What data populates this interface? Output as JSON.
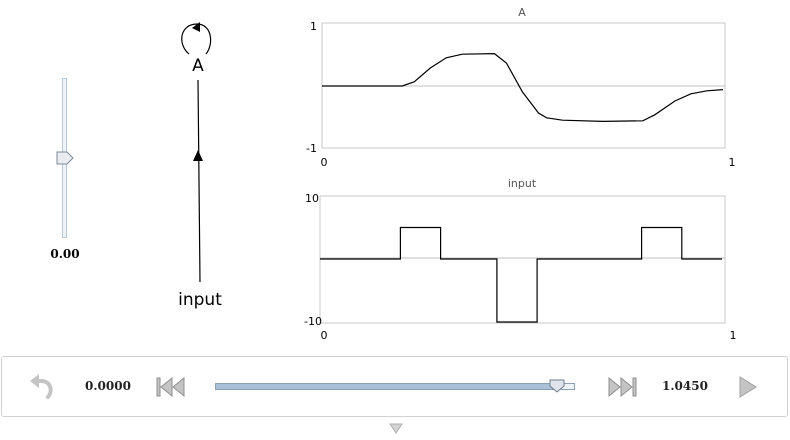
{
  "slider": {
    "value_text": "0.00",
    "level": 0.5
  },
  "network": {
    "nodes": [
      {
        "id": "A",
        "label": "A"
      },
      {
        "id": "input",
        "label": "input"
      }
    ]
  },
  "plots": {
    "a": {
      "title": "A",
      "ymax_label": "1",
      "ymin_label": "-1",
      "xmin_label": "0",
      "xmax_label": "1"
    },
    "input": {
      "title": "input",
      "ymax_label": "10",
      "ymin_label": "-10",
      "xmin_label": "0",
      "xmax_label": "1"
    }
  },
  "chart_data": [
    {
      "type": "line",
      "title": "A",
      "xlim": [
        0,
        1
      ],
      "ylim": [
        -1,
        1
      ],
      "series": [
        {
          "x": [
            0,
            0.2,
            0.23,
            0.27,
            0.31,
            0.35,
            0.43,
            0.46,
            0.5,
            0.54,
            0.56,
            0.6,
            0.7,
            0.8,
            0.83,
            0.88,
            0.92,
            0.96,
            1.0
          ],
          "values": [
            0,
            0.0,
            0.07,
            0.3,
            0.47,
            0.53,
            0.54,
            0.38,
            -0.1,
            -0.45,
            -0.53,
            -0.57,
            -0.59,
            -0.58,
            -0.48,
            -0.25,
            -0.13,
            -0.08,
            -0.06
          ]
        }
      ]
    },
    {
      "type": "line",
      "title": "input",
      "xlim": [
        0,
        1
      ],
      "ylim": [
        -10,
        10
      ],
      "series": [
        {
          "x": [
            0,
            0.2,
            0.2,
            0.3,
            0.3,
            0.44,
            0.44,
            0.54,
            0.54,
            0.8,
            0.8,
            0.9,
            0.9,
            1.0
          ],
          "values": [
            0,
            0,
            5,
            5,
            0,
            0,
            -10,
            -10,
            0,
            0,
            5,
            5,
            0,
            0
          ]
        }
      ]
    }
  ],
  "controls": {
    "start_time": "0.0000",
    "end_time": "1.0450",
    "progress": 0.95
  },
  "icons": {
    "undo": "undo-icon",
    "rewind": "skip-back-icon",
    "fast_forward": "skip-forward-icon",
    "play": "play-icon",
    "collapse": "collapse-down-icon"
  },
  "colors": {
    "trace": "#000000",
    "frame": "#c8c8c8",
    "track": "#b8c8d8"
  }
}
